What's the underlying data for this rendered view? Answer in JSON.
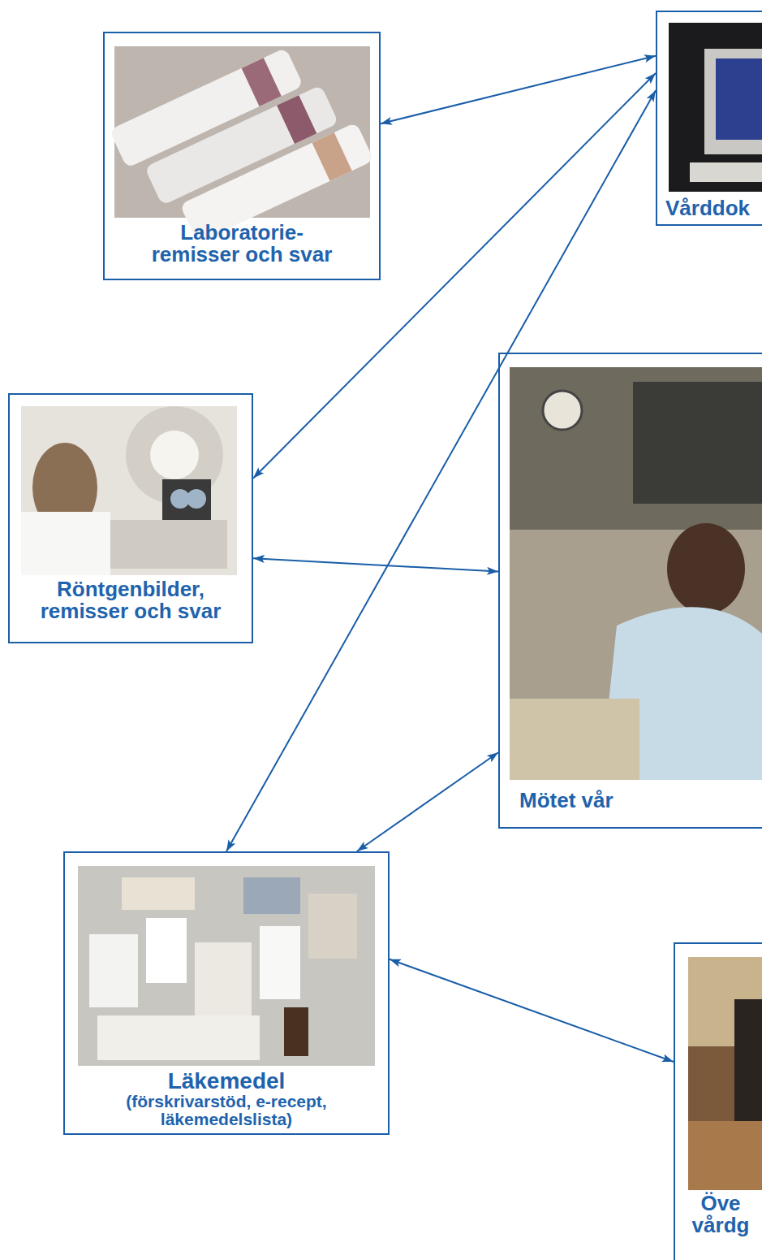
{
  "diagram": {
    "nodes": [
      {
        "text": [
          "Laboratorie- remisser och svar"
        ]
      },
      {
        "text": [
          "Vårddok"
        ]
      },
      {
        "text": [
          "Röntgenbilder, remisser och svar"
        ]
      },
      {
        "text": [
          "Mötet vår"
        ]
      },
      {
        "text": [
          "Läkemedel",
          "(förskrivarstöd, e-recept, läkemedelslista)"
        ]
      },
      {
        "text": [
          "Öve vårdg"
        ]
      }
    ],
    "edges": [
      {
        "from": 0,
        "to": 1,
        "arrow": "both"
      },
      {
        "from": 1,
        "to": 2,
        "arrow": "both"
      },
      {
        "from": 1,
        "to": 4,
        "arrow": "both"
      },
      {
        "from": 2,
        "to": 3,
        "arrow": "both"
      },
      {
        "from": 4,
        "to": 3,
        "arrow": "both"
      },
      {
        "from": 4,
        "to": 5,
        "arrow": "both"
      }
    ]
  }
}
